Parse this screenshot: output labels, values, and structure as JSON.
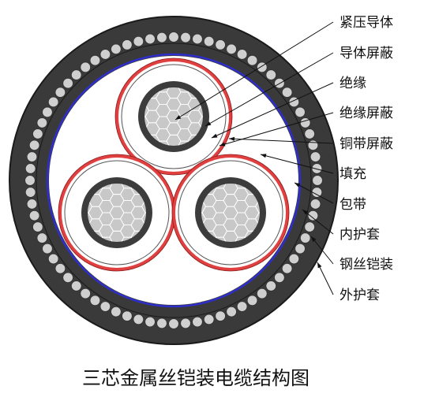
{
  "title": "三芯金属丝铠装电缆结构图",
  "labels": [
    {
      "id": "conductor",
      "text": "紧压导体"
    },
    {
      "id": "conductor-screen",
      "text": "导体屏蔽"
    },
    {
      "id": "insulation",
      "text": "绝缘"
    },
    {
      "id": "insulation-screen",
      "text": "绝缘屏蔽"
    },
    {
      "id": "copper-tape-screen",
      "text": "铜带屏蔽"
    },
    {
      "id": "filler",
      "text": "填充"
    },
    {
      "id": "binding-tape",
      "text": "包带"
    },
    {
      "id": "inner-sheath",
      "text": "内护套"
    },
    {
      "id": "steel-wire-armour",
      "text": "钢丝铠装"
    },
    {
      "id": "outer-sheath",
      "text": "外护套"
    }
  ],
  "colors": {
    "sheath": "#3a3a3a",
    "sheath_edge": "#1a1a1a",
    "armour_wire": "#cfcfcf",
    "binding_tape": "#2e2ecc",
    "copper_screen": "#e04040",
    "insulation": "#ffffff",
    "conductor_screen": "#3c3c3c",
    "conductor": "#c8c8c8",
    "strand_line": "#ffffff",
    "leader": "#111111"
  }
}
